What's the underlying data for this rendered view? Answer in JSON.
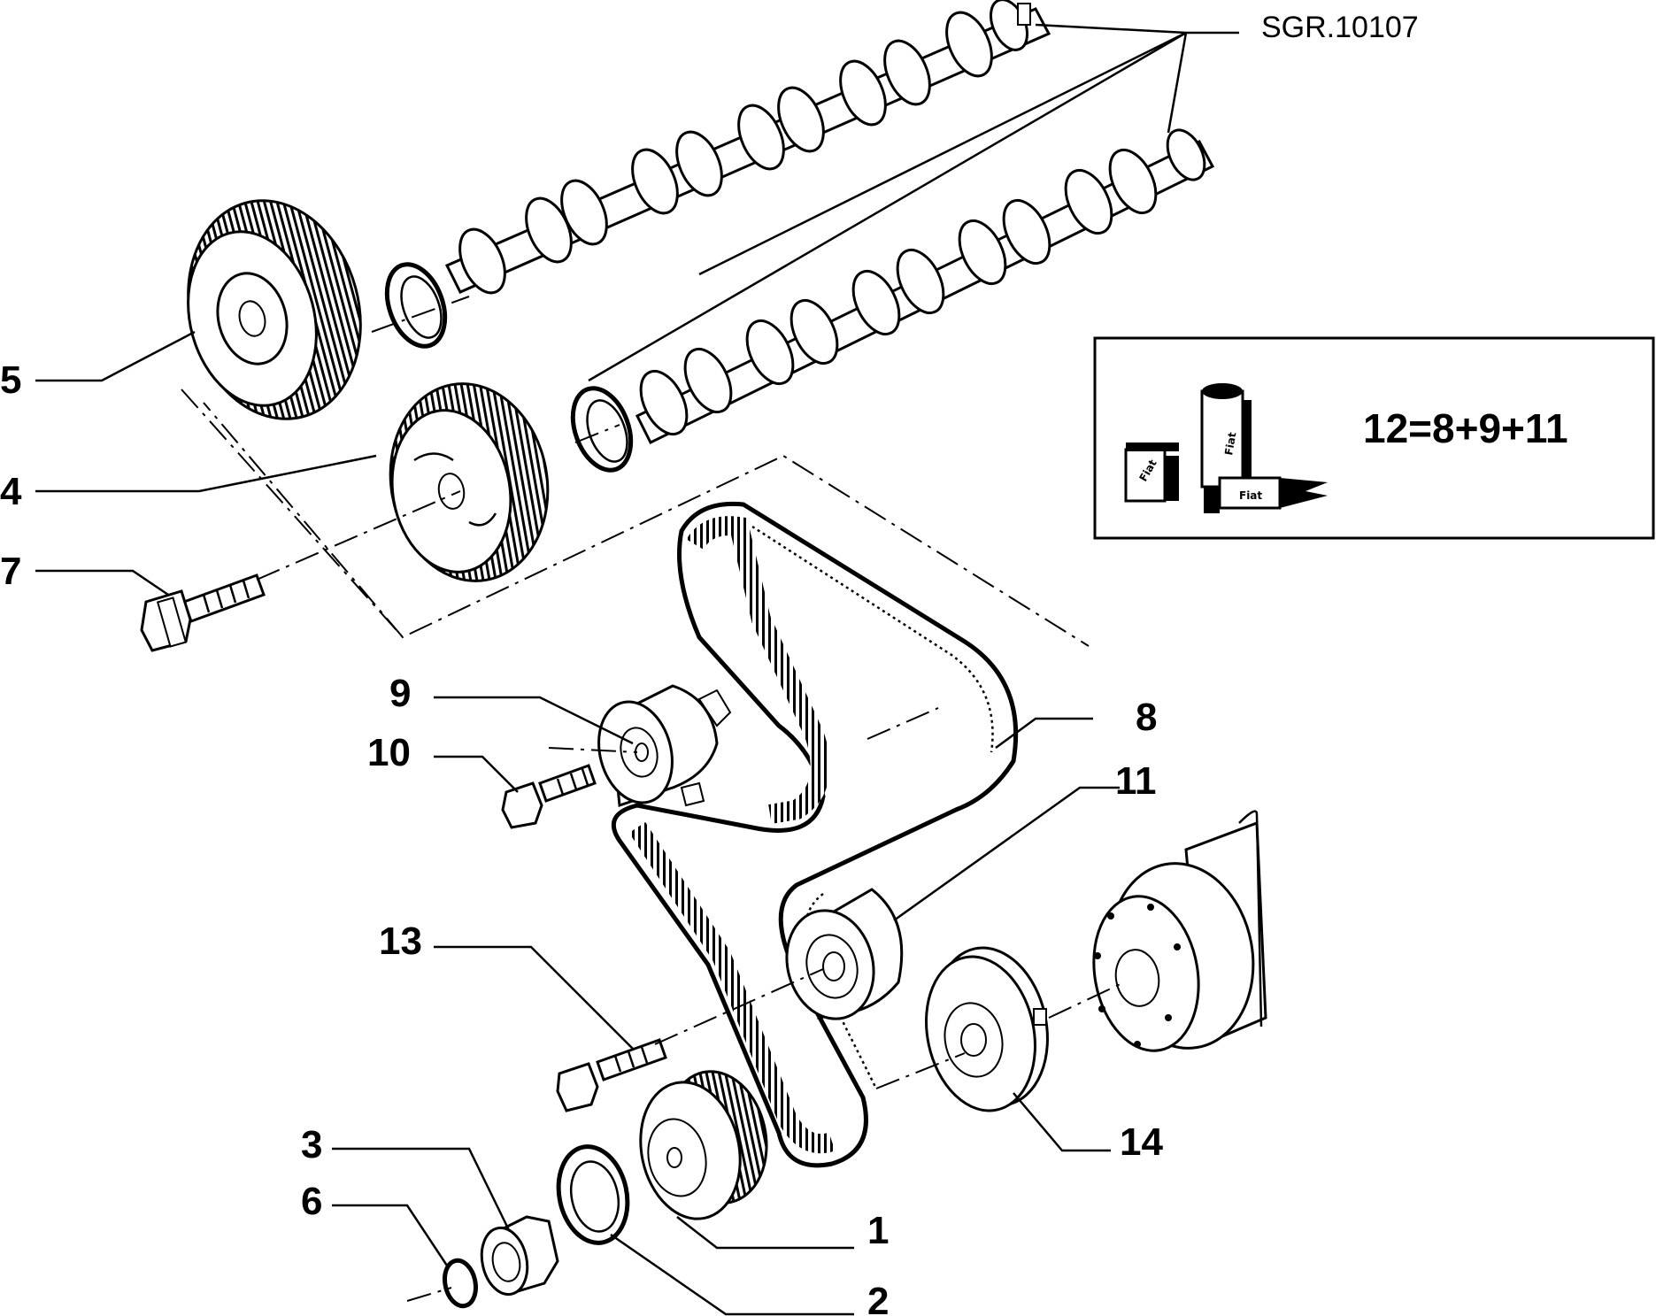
{
  "reference_code": "SGR.10107",
  "kit_formula": "12=8+9+11",
  "kit_box_labels": [
    "Fiat",
    "Fiat",
    "Fiat"
  ],
  "parts": [
    {
      "number": "1"
    },
    {
      "number": "2"
    },
    {
      "number": "3"
    },
    {
      "number": "4"
    },
    {
      "number": "5"
    },
    {
      "number": "6"
    },
    {
      "number": "7"
    },
    {
      "number": "8"
    },
    {
      "number": "9"
    },
    {
      "number": "10"
    },
    {
      "number": "11"
    },
    {
      "number": "13"
    },
    {
      "number": "14"
    }
  ]
}
